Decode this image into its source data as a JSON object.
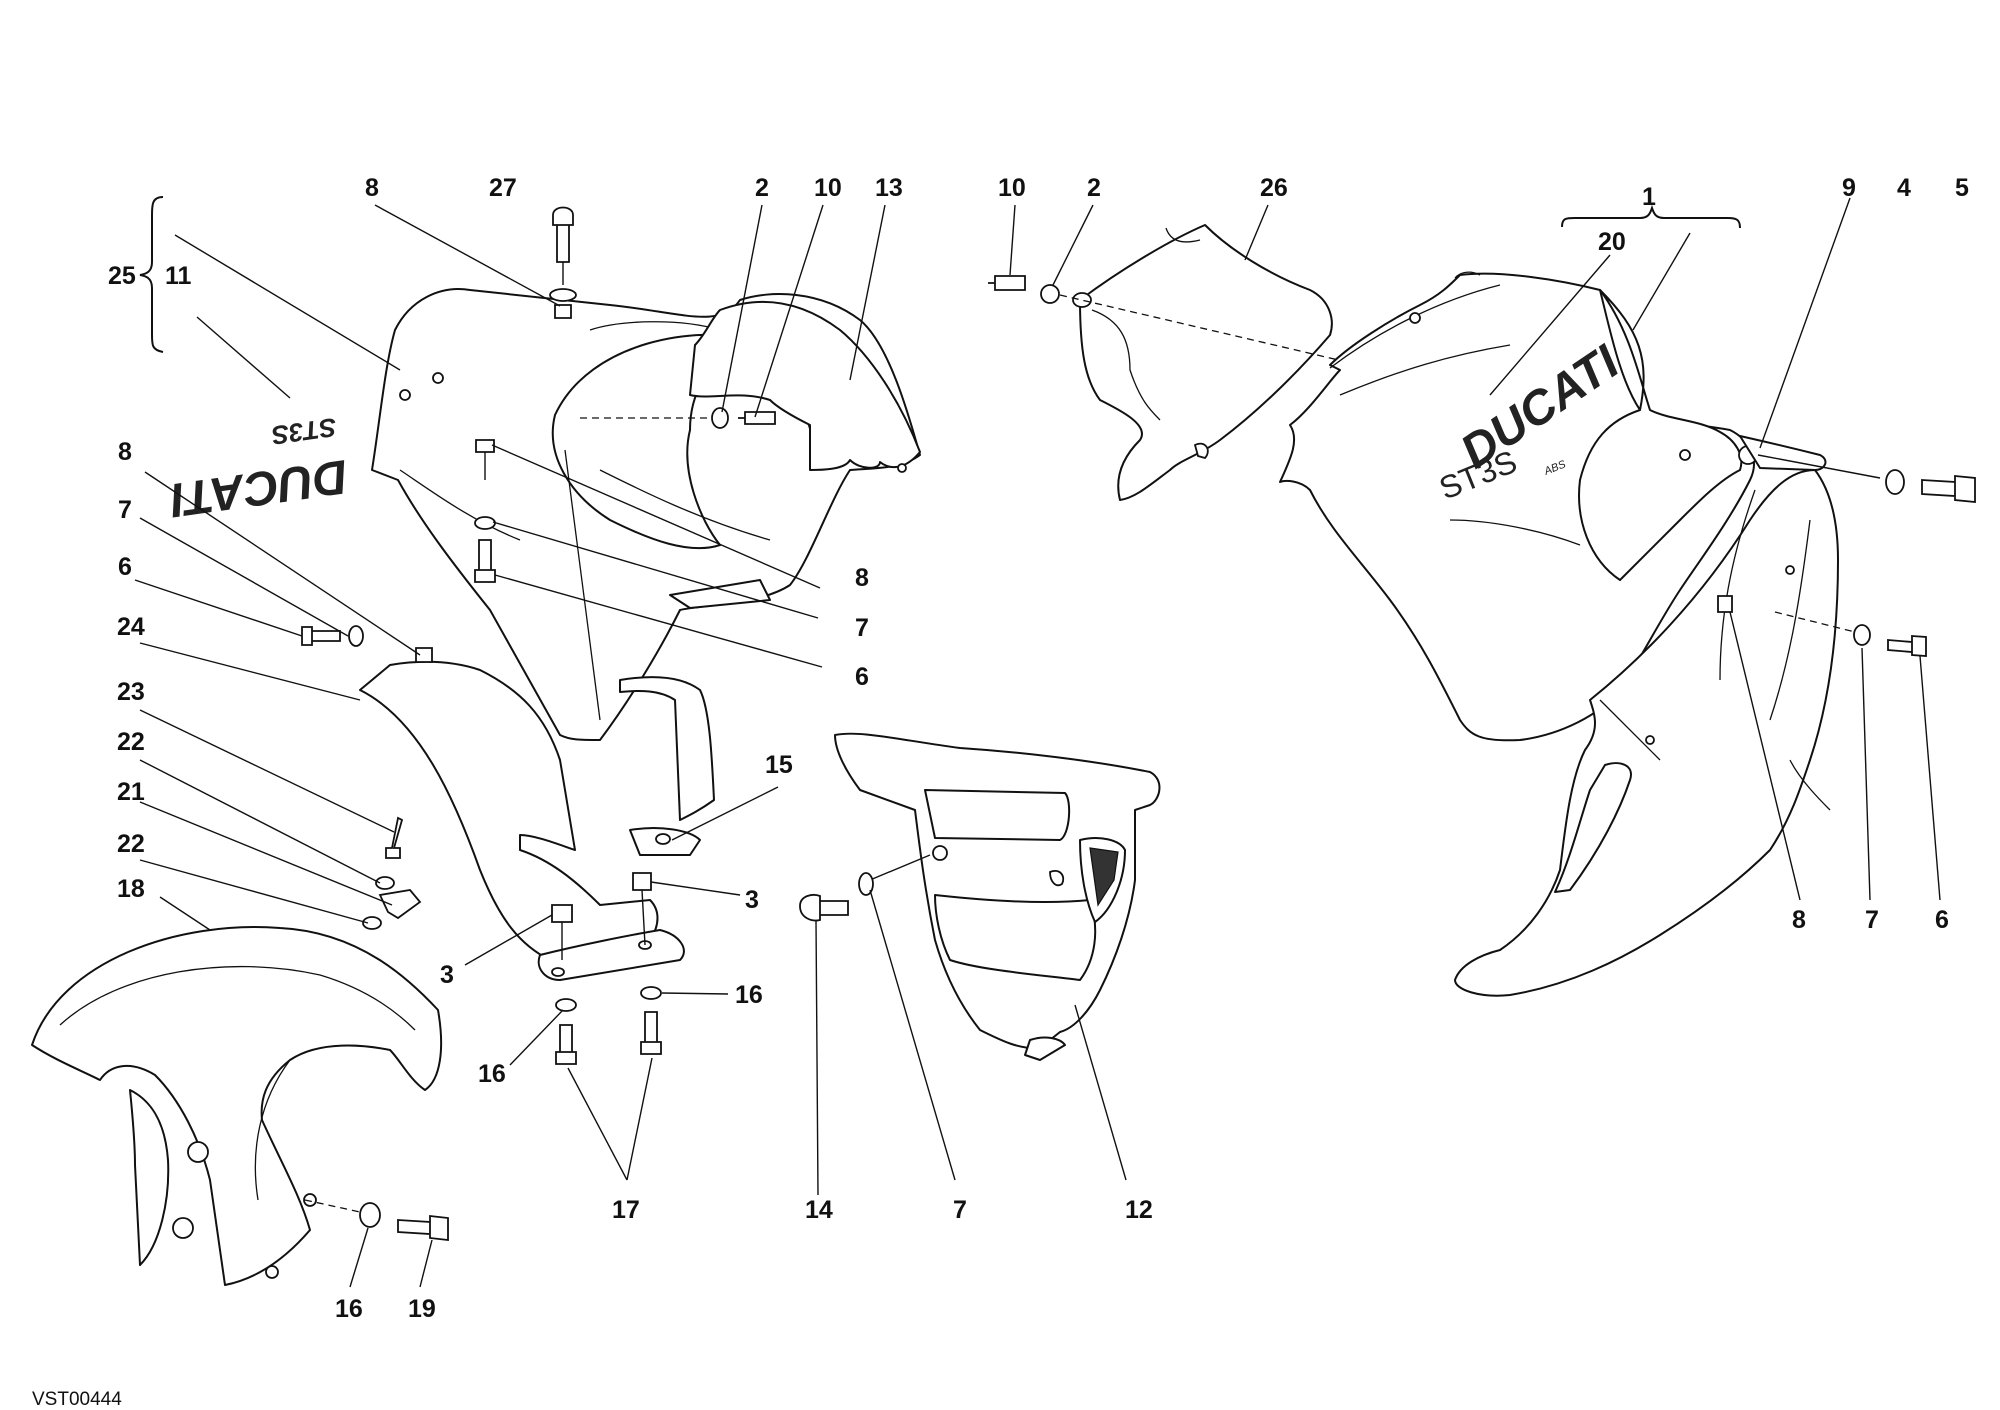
{
  "callouts": {
    "c25": "25",
    "c11": "11",
    "c8a": "8",
    "c27": "27",
    "c2a": "2",
    "c10a": "10",
    "c13": "13",
    "c10b": "10",
    "c2b": "2",
    "c26": "26",
    "c1": "1",
    "c20": "20",
    "c9": "9",
    "c4": "4",
    "c5": "5",
    "c8b": "8",
    "c7a": "7",
    "c6a": "6",
    "c24": "24",
    "c8c": "8",
    "c7b": "7",
    "c6b": "6",
    "c23": "23",
    "c22a": "22",
    "c21": "21",
    "c22b": "22",
    "c18": "18",
    "c15": "15",
    "c3a": "3",
    "c3b": "3",
    "c16a": "16",
    "c16b": "16",
    "c17": "17",
    "c16c": "16",
    "c19": "19",
    "c14": "14",
    "c7c": "7",
    "c12": "12",
    "c8d": "8",
    "c7d": "7",
    "c6c": "6"
  },
  "decals": {
    "brand_left": "DUCATI",
    "model_left": "ST3S",
    "brand_right": "DUCATI",
    "model_right": "ST3S",
    "abs_mark": "ABS"
  },
  "drawing_code": "VST00444",
  "colors": {
    "line": "#111111",
    "paper": "#ffffff"
  }
}
